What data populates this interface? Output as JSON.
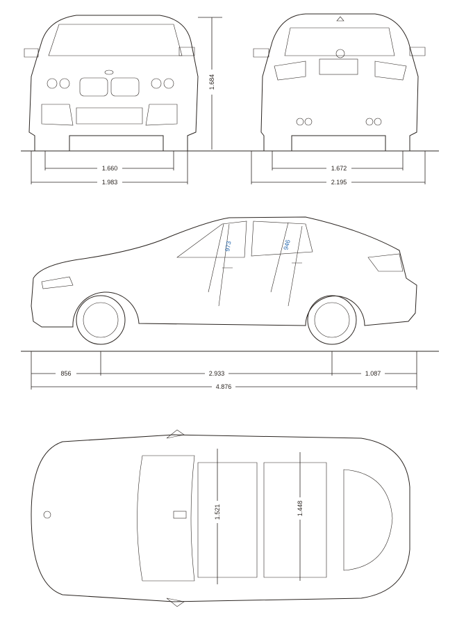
{
  "title": "Vehicle dimension blueprint",
  "front_view": {
    "width_track": "1.660",
    "width_overall": "1.983",
    "height": "1.684"
  },
  "rear_view": {
    "width_track": "1.672",
    "width_overall": "2.195"
  },
  "side_view": {
    "front_overhang": "856",
    "wheelbase": "2.933",
    "rear_overhang": "1.087",
    "length": "4.876",
    "front_headroom": "973",
    "rear_headroom": "946"
  },
  "top_view": {
    "front_interior_width": "1.521",
    "rear_interior_width": "1.448"
  },
  "colors": {
    "line": "#2a2420",
    "label_accent": "#2b6cb0"
  }
}
